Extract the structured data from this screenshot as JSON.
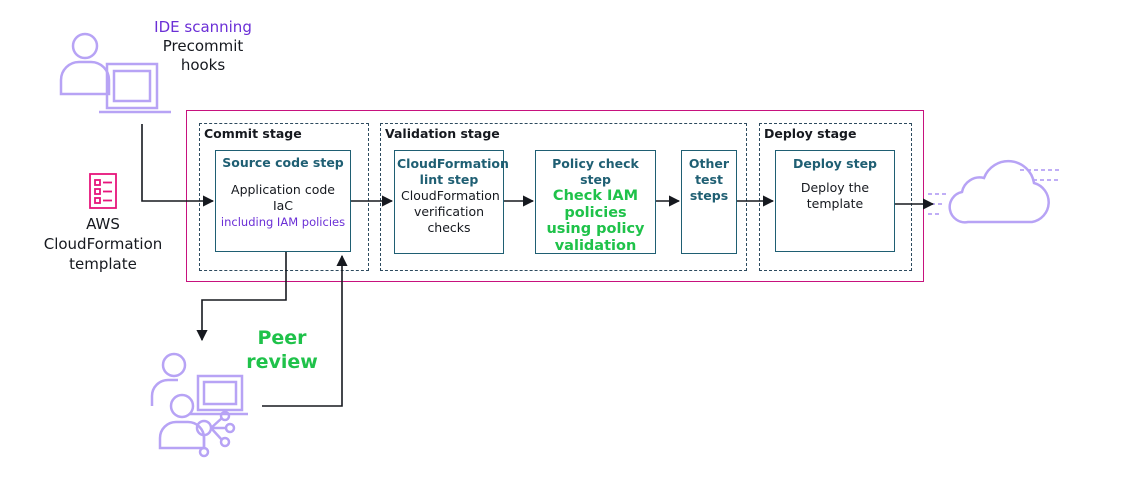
{
  "developer": {
    "title": "IDE scanning",
    "subtitle": "Precommit hooks"
  },
  "template": {
    "label": "AWS CloudFormation template"
  },
  "stages": {
    "commit": {
      "label": "Commit stage"
    },
    "validation": {
      "label": "Validation stage"
    },
    "deploy": {
      "label": "Deploy stage"
    }
  },
  "steps": {
    "source": {
      "title": "Source code step",
      "line1": "Application code",
      "line2": "IaC",
      "line3": "including IAM policies"
    },
    "lint": {
      "title": "CloudFormation lint step",
      "body": "CloudFormation verification checks"
    },
    "policy": {
      "title": "Policy check step",
      "body": "Check IAM policies using policy validation"
    },
    "other": {
      "title": "Other test steps"
    },
    "deploy": {
      "title": "Deploy step",
      "body": "Deploy the template"
    }
  },
  "peer_review": {
    "label": "Peer review"
  },
  "colors": {
    "pipeline_border": "#c7127e",
    "step_title": "#1f5f73",
    "accent_purple": "#6b2fd6",
    "accent_green": "#1fc24a",
    "icon_lavender": "#b7a3f5",
    "icon_pink": "#e7157b"
  }
}
